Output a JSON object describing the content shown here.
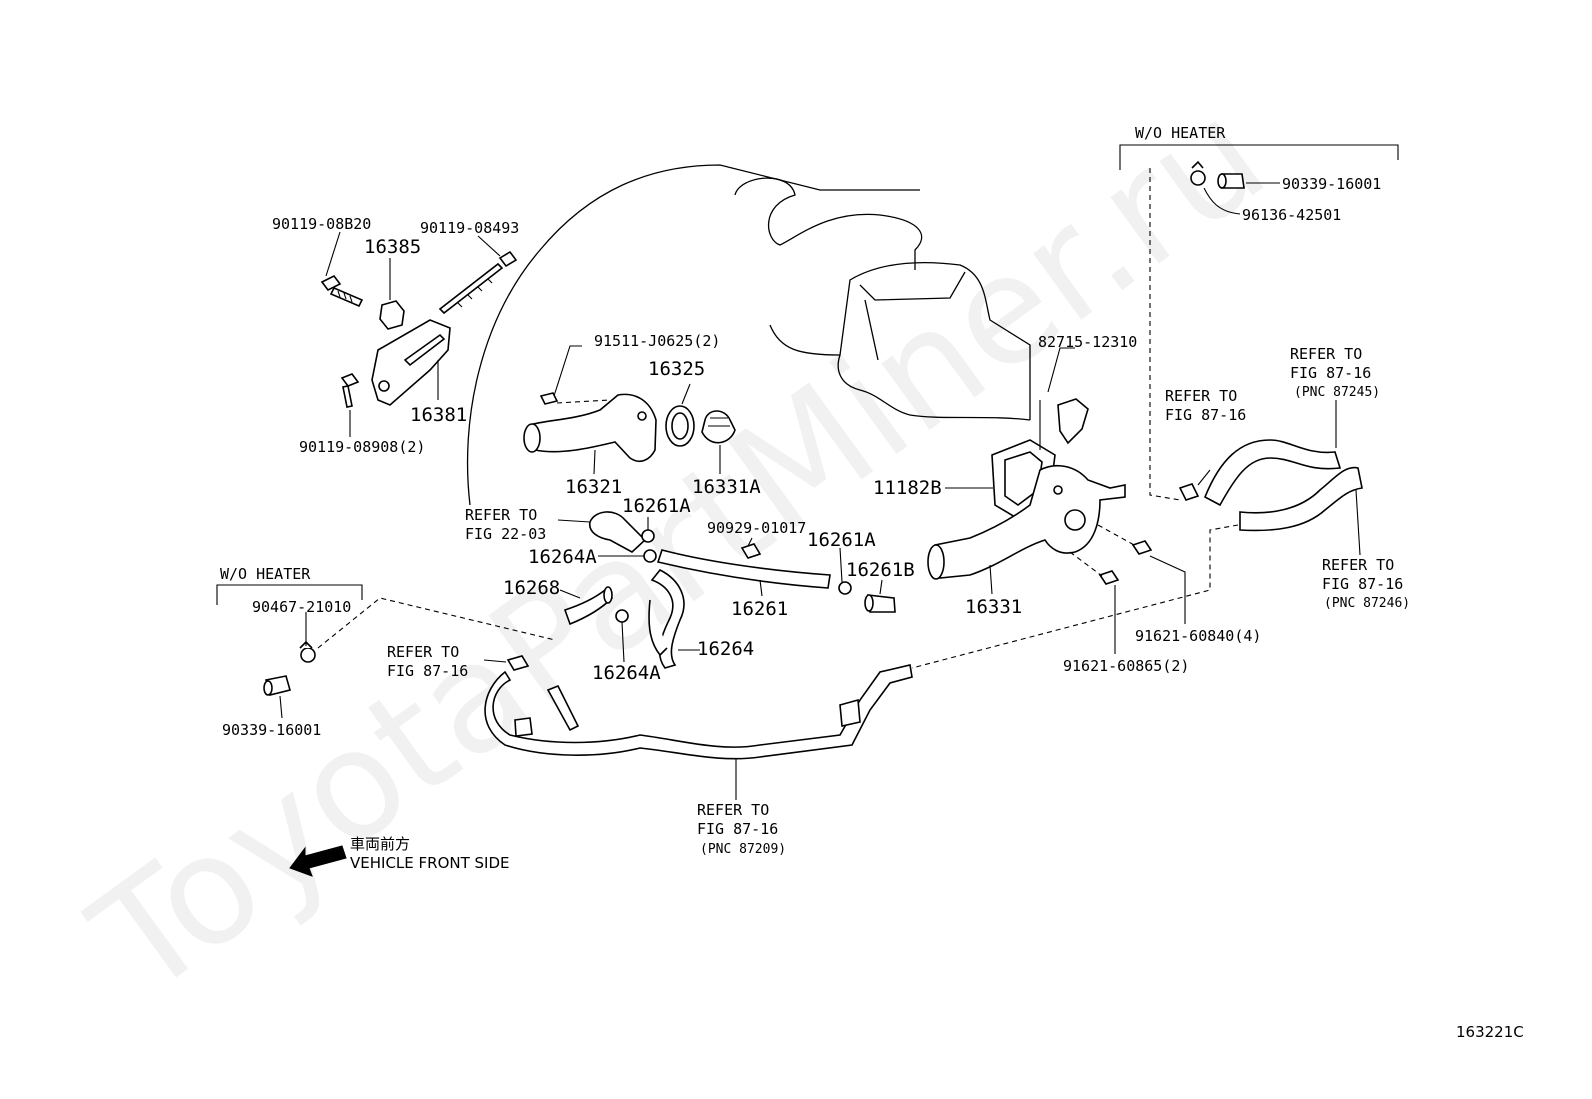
{
  "watermark": "ToyotaPartMiner.ru",
  "figure_id": "163221C",
  "direction": {
    "japanese": "車両前方",
    "english": "VEHICLE FRONT SIDE"
  },
  "groups": {
    "wo_heater_top": "W/O HEATER",
    "wo_heater_left": "W/O HEATER"
  },
  "parts": {
    "p_90119_08b20": "90119-08B20",
    "p_16385": "16385",
    "p_90119_08493": "90119-08493",
    "p_16381": "16381",
    "p_90119_08908": "90119-08908(2)",
    "p_91511_j0625": "91511-J0625(2)",
    "p_16325": "16325",
    "p_16321": "16321",
    "p_16331a": "16331A",
    "p_82715_12310": "82715-12310",
    "p_11182b": "11182B",
    "p_16331": "16331",
    "p_16261a_1": "16261A",
    "p_16261a_2": "16261A",
    "p_16264a_1": "16264A",
    "p_16264a_2": "16264A",
    "p_90929_01017": "90929-01017",
    "p_16261b": "16261B",
    "p_16268": "16268",
    "p_16261": "16261",
    "p_16264": "16264",
    "p_90467_21010": "90467-21010",
    "p_90339_16001_left": "90339-16001",
    "p_90339_16001_right": "90339-16001",
    "p_96136_42501": "96136-42501",
    "p_91621_60840": "91621-60840(4)",
    "p_91621_60865": "91621-60865(2)"
  },
  "refs": {
    "fig_22_03": {
      "line1": "REFER TO",
      "line2": "FIG 22-03"
    },
    "fig_87_16_left": {
      "line1": "REFER TO",
      "line2": "FIG 87-16"
    },
    "fig_87_16_mid": {
      "line1": "REFER TO",
      "line2": "FIG 87-16"
    },
    "fig_87_16_pnc87209": {
      "line1": "REFER TO",
      "line2": "FIG 87-16",
      "line3": "(PNC 87209)"
    },
    "fig_87_16_pnc87245": {
      "line1": "REFER TO",
      "line2": "FIG 87-16",
      "line3": "(PNC 87245)"
    },
    "fig_87_16_pnc87246": {
      "line1": "REFER TO",
      "line2": "FIG 87-16",
      "line3": "(PNC 87246)"
    }
  }
}
